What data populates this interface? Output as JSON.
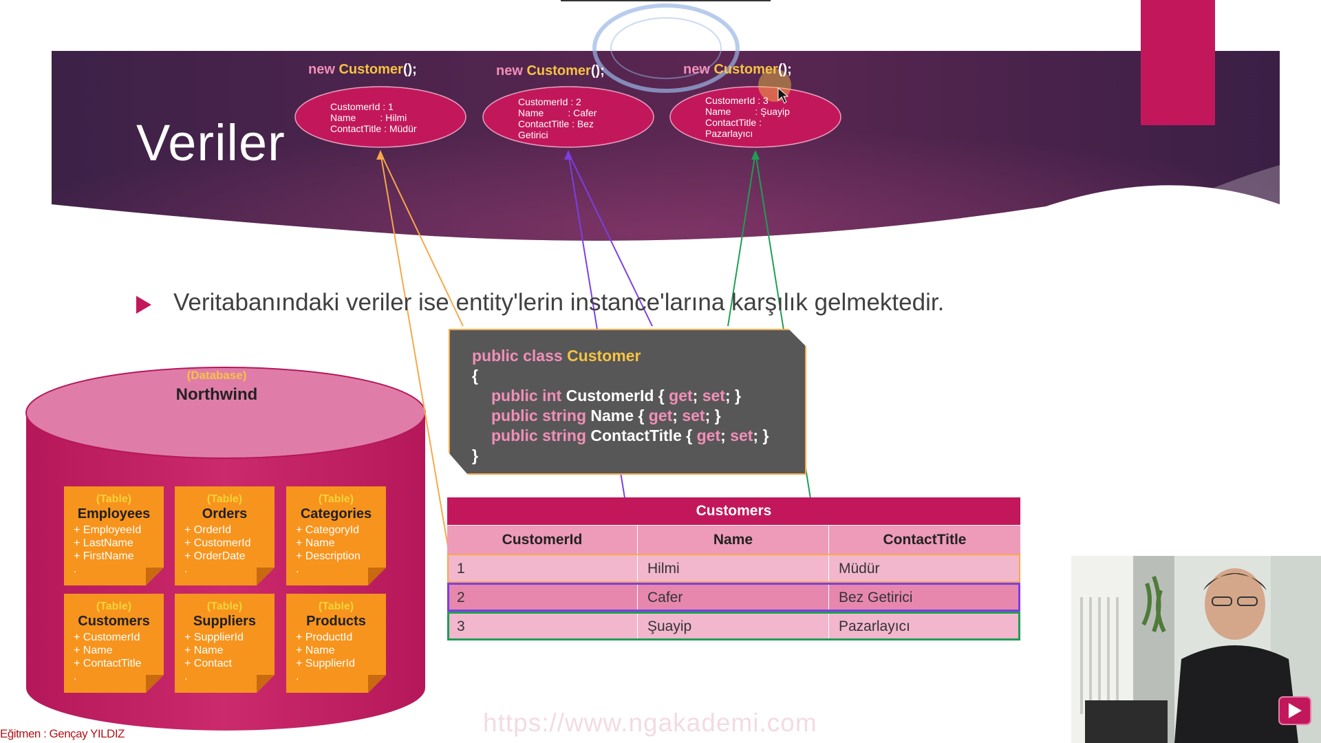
{
  "slide": {
    "title": "Veriler",
    "bullet": "Veritabanındaki veriler ise entity'lerin instance'larına karşılık gelmektedir."
  },
  "instances": [
    {
      "label_kw": "new",
      "label_name": "Customer",
      "label_punct": "();",
      "lines": "CustomerId : 1\nName         : Hilmi\nContactTitle : Müdür"
    },
    {
      "label_kw": "new",
      "label_name": "Customer",
      "label_punct": "();",
      "lines": "CustomerId : 2\nName         : Cafer\nContactTitle : Bez\nGetirici"
    },
    {
      "label_kw": "new",
      "label_name": "Customer",
      "label_punct": "();",
      "lines": "CustomerId : 3\nName         : Şuayip\nContactTitle :\nPazarlayıcı"
    }
  ],
  "code": {
    "line1_kw": "public class",
    "line1_name": "Customer",
    "open_brace": "{",
    "props": [
      {
        "mod": "public int",
        "name": "CustomerId",
        "open": "{",
        "get": "get",
        "sep": ";",
        "set": "set",
        "close": "; }"
      },
      {
        "mod": "public string",
        "name": "Name",
        "open": "{",
        "get": "get",
        "sep": ";",
        "set": "set",
        "close": "; }"
      },
      {
        "mod": "public string",
        "name": "ContactTitle",
        "open": "{",
        "get": "get",
        "sep": ";",
        "set": "set",
        "close": "; }"
      }
    ],
    "close_brace": "}"
  },
  "database": {
    "kind": "(Database)",
    "name": "Northwind",
    "tables": [
      {
        "kind": "(Table)",
        "name": "Employees",
        "fields": [
          "+ EmployeeId",
          "+ LastName",
          "+ FirstName",
          "."
        ]
      },
      {
        "kind": "(Table)",
        "name": "Orders",
        "fields": [
          "+ OrderId",
          "+ CustomerId",
          "+ OrderDate",
          "."
        ]
      },
      {
        "kind": "(Table)",
        "name": "Categories",
        "fields": [
          "+ CategoryId",
          "+ Name",
          "+ Description",
          "."
        ]
      },
      {
        "kind": "(Table)",
        "name": "Customers",
        "fields": [
          "+ CustomerId",
          "+ Name",
          "+ ContactTitle",
          "."
        ]
      },
      {
        "kind": "(Table)",
        "name": "Suppliers",
        "fields": [
          "+ SupplierId",
          "+ Name",
          "+ Contact",
          "."
        ]
      },
      {
        "kind": "(Table)",
        "name": "Products",
        "fields": [
          "+ ProductId",
          "+ Name",
          "+ SupplierId",
          "."
        ]
      }
    ]
  },
  "customers_table": {
    "caption": "Customers",
    "headers": [
      "CustomerId",
      "Name",
      "ContactTitle"
    ],
    "rows": [
      [
        "1",
        "Hilmi",
        "Müdür"
      ],
      [
        "2",
        "Cafer",
        "Bez Getirici"
      ],
      [
        "3",
        "Şuayip",
        "Pazarlayıcı"
      ]
    ]
  },
  "footer": {
    "instructor": "Eğitmen : Gençay YILDIZ",
    "watermark": "https://www.ngakademi.com"
  },
  "colors": {
    "banner": "#4a2148",
    "accent": "#c2185b",
    "note": "#f7941d",
    "line_orange": "#f7a84a",
    "line_purple": "#7b3fe4",
    "line_green": "#1e9e55"
  },
  "icons": [
    "cursor-icon",
    "play-icon",
    "bullet-arrow-icon"
  ]
}
